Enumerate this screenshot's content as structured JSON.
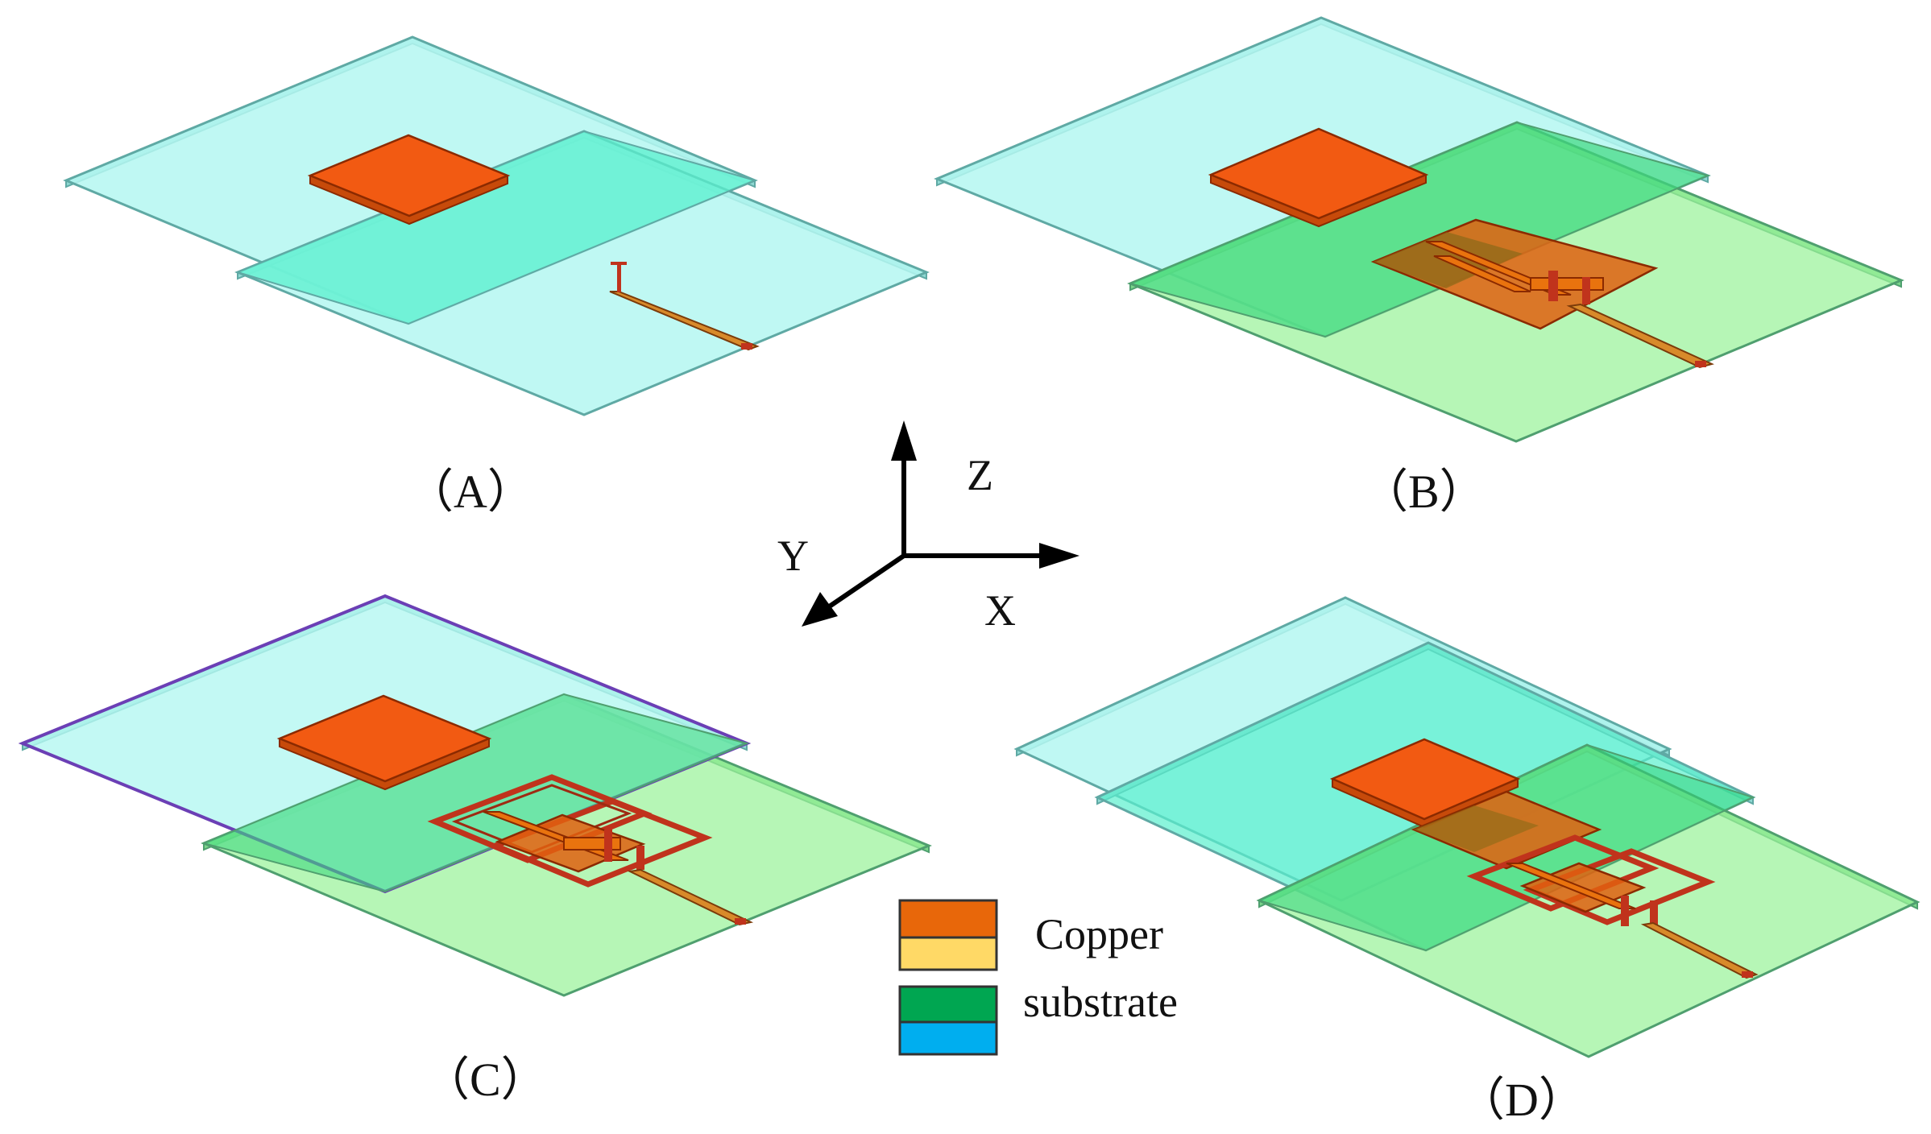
{
  "panels": {
    "a": {
      "label": "（A）"
    },
    "b": {
      "label": "（B）"
    },
    "c": {
      "label": "（C）"
    },
    "d": {
      "label": "（D）"
    }
  },
  "axes": {
    "x": "X",
    "y": "Y",
    "z": "Z"
  },
  "legend": {
    "copper": {
      "label": "Copper",
      "colors": [
        "#e8670a",
        "#ffd966"
      ]
    },
    "substrate": {
      "label": "substrate",
      "colors": [
        "#00a651",
        "#00aeef"
      ]
    }
  },
  "colors": {
    "cyan_substrate": "#b4f7f1",
    "green_substrate": "#9af29a",
    "copper_patch": "#f25a12",
    "feed_line": "#d88a2a",
    "ring": "#c0331c",
    "axis": "#000000"
  }
}
